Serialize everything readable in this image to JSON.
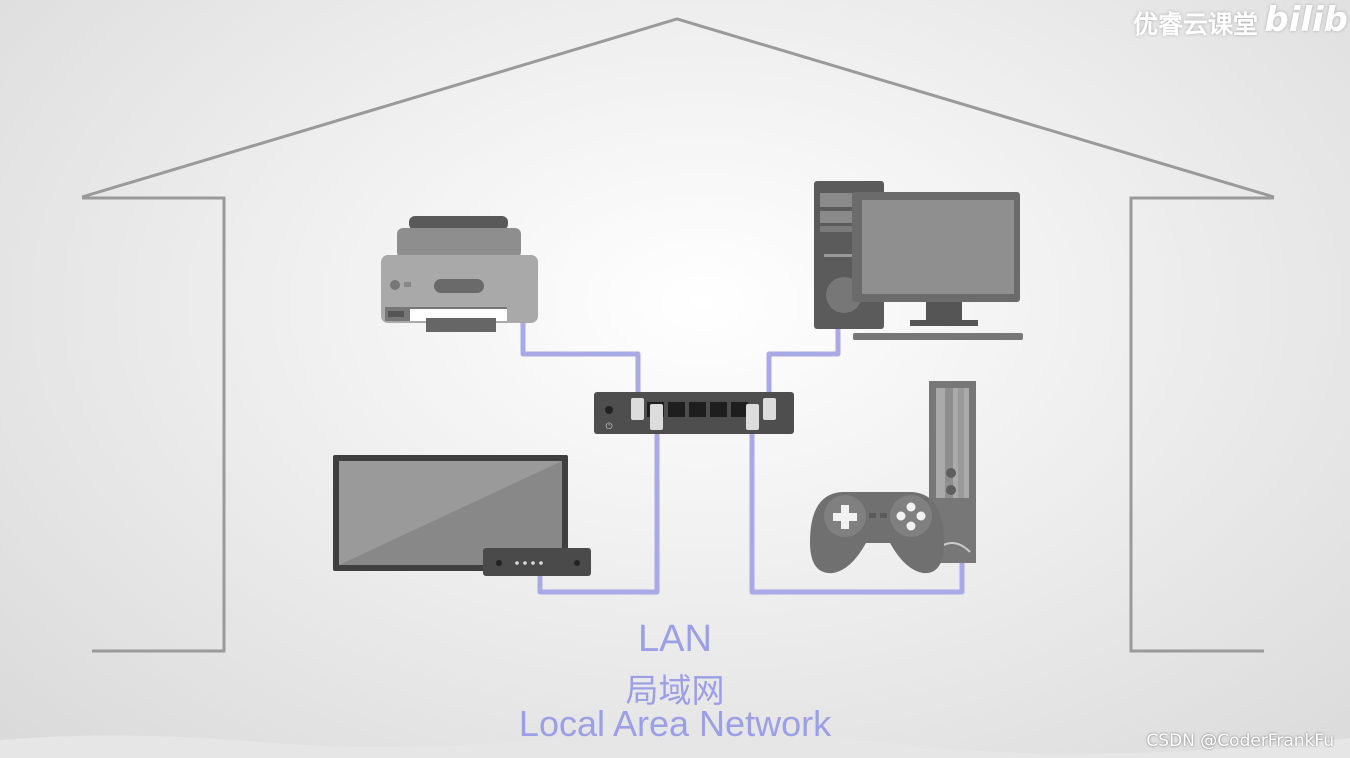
{
  "diagram": {
    "title_en": "LAN",
    "title_zh": "局域网",
    "title_full": "Local Area Network",
    "devices": [
      "printer-icon",
      "desktop-computer-icon",
      "television-icon",
      "set-top-box-icon",
      "game-console-icon",
      "gamepad-icon",
      "network-switch-icon"
    ]
  },
  "watermark": {
    "text": "优睿云课堂",
    "logo": "bilib"
  },
  "credit": "CSDN @CoderFrankFu",
  "colors": {
    "cable": "#a9a9e6",
    "caption": "#9c9ee6",
    "house_outline": "#9a9a9a",
    "device_dark": "#555555",
    "device_mid": "#8a8a8a"
  }
}
